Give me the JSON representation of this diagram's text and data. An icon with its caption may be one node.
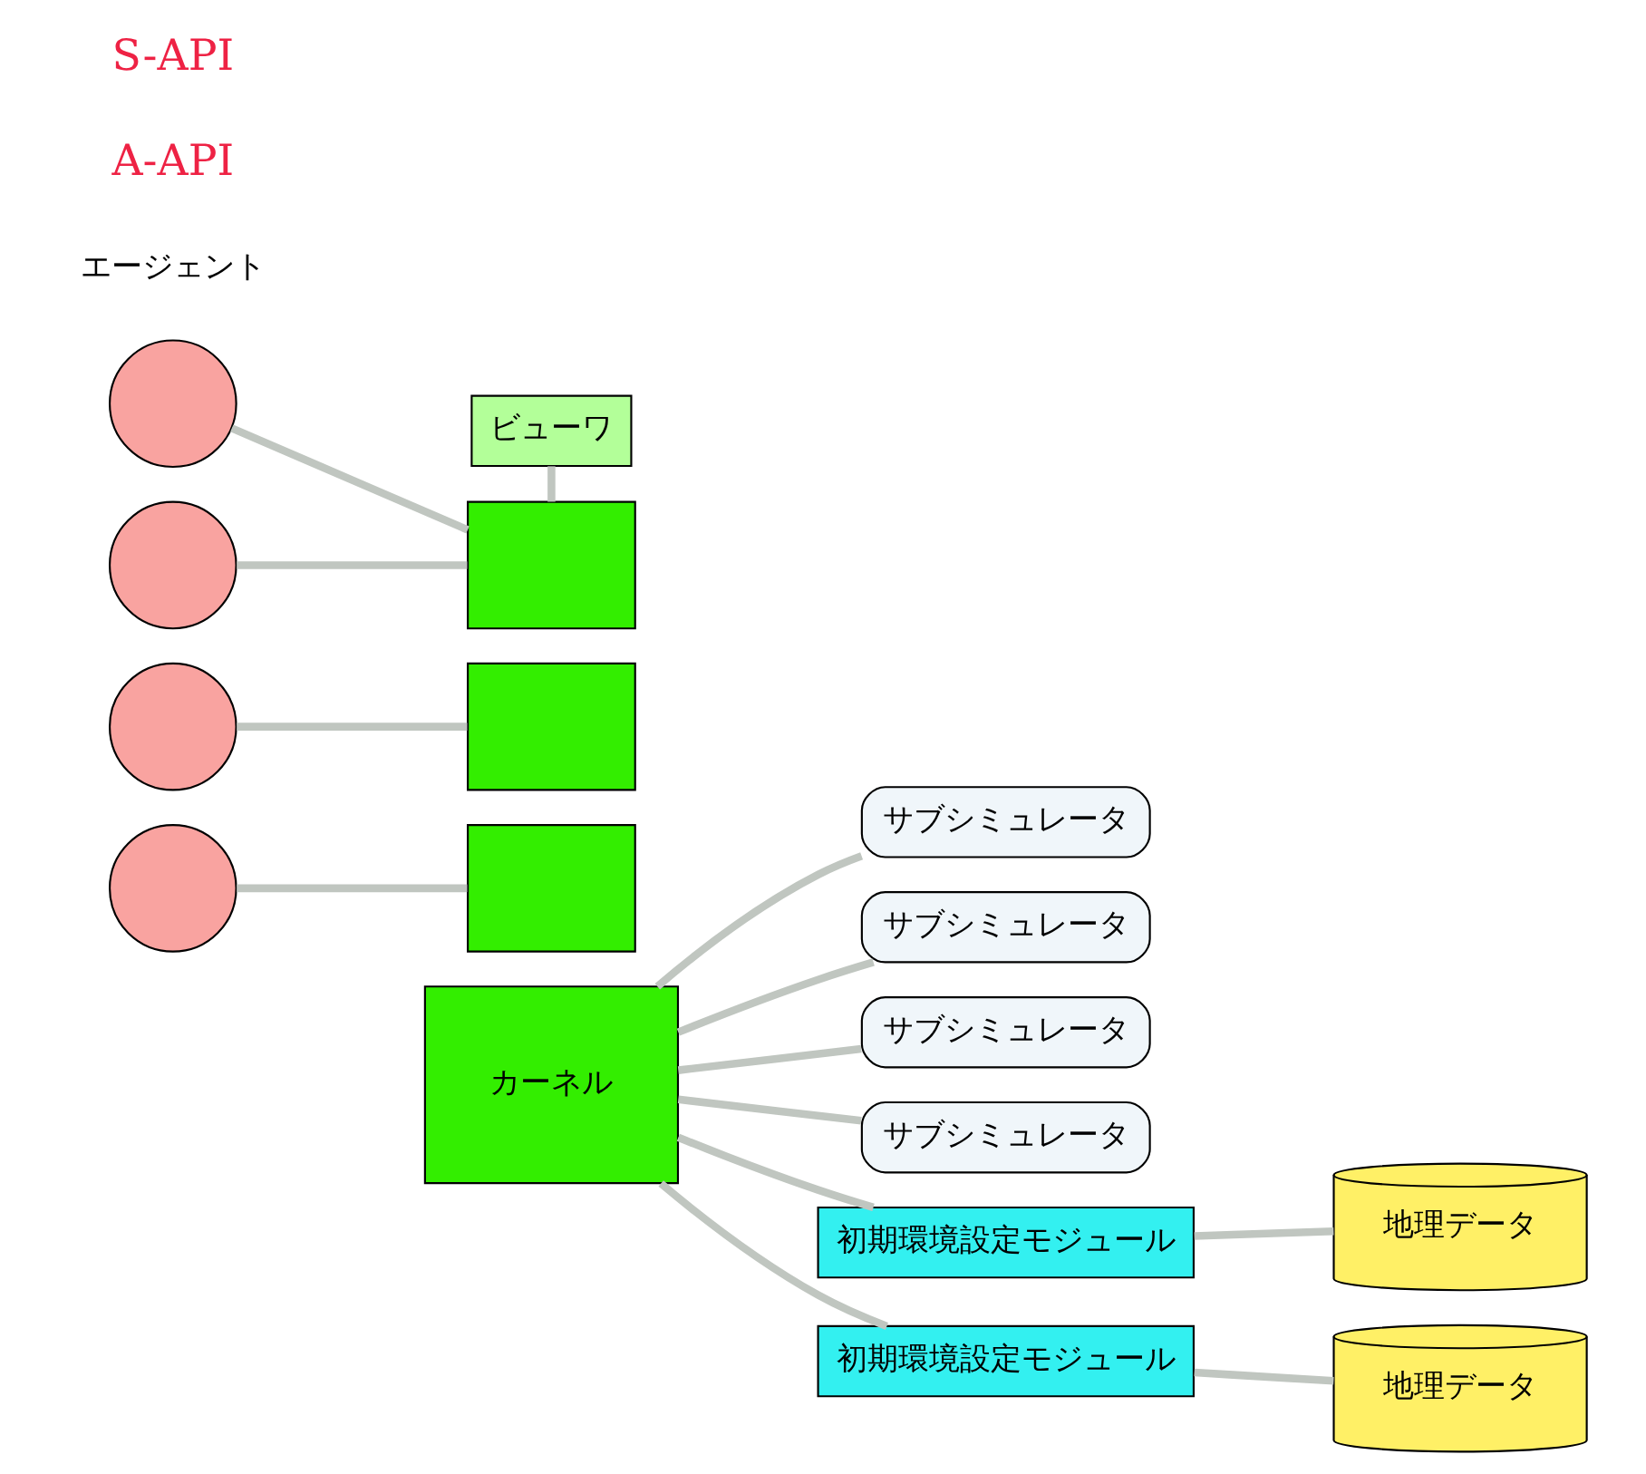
{
  "diagram": {
    "nodes": [
      {
        "text": [
          "ビューワ"
        ]
      },
      {
        "text": [],
        "shape": "box"
      },
      {
        "text": [],
        "shape": "box"
      },
      {
        "text": [],
        "shape": "box"
      },
      {
        "text": [
          "カーネル"
        ]
      },
      {
        "text": [],
        "shape": "circle"
      },
      {
        "text": [],
        "shape": "circle"
      },
      {
        "text": [],
        "shape": "circle"
      },
      {
        "text": [],
        "shape": "circle"
      },
      {
        "text": [
          "サブシミュレータ"
        ]
      },
      {
        "text": [
          "サブシミュレータ"
        ]
      },
      {
        "text": [
          "サブシミュレータ"
        ]
      },
      {
        "text": [
          "サブシミュレータ"
        ]
      },
      {
        "text": [
          "初期環境設定モジュール"
        ]
      },
      {
        "text": [
          "初期環境設定モジュール"
        ]
      },
      {
        "text": [
          "地理データ"
        ]
      },
      {
        "text": [
          "地理データ"
        ]
      }
    ],
    "edges": [
      {
        "from": 0,
        "to": 1,
        "arrow": "none"
      },
      {
        "from": 5,
        "to": 1,
        "arrow": "none"
      },
      {
        "from": 6,
        "to": 1,
        "arrow": "none"
      },
      {
        "from": 7,
        "to": 2,
        "arrow": "none"
      },
      {
        "from": 8,
        "to": 3,
        "arrow": "none"
      },
      {
        "from": 4,
        "to": 9,
        "arrow": "none"
      },
      {
        "from": 4,
        "to": 10,
        "arrow": "none"
      },
      {
        "from": 4,
        "to": 11,
        "arrow": "none"
      },
      {
        "from": 4,
        "to": 12,
        "arrow": "none"
      },
      {
        "from": 4,
        "to": 13,
        "arrow": "none"
      },
      {
        "from": 4,
        "to": 14,
        "arrow": "none"
      },
      {
        "from": 13,
        "to": 15,
        "arrow": "none"
      },
      {
        "from": 14,
        "to": 16,
        "arrow": "none"
      }
    ],
    "labels": [
      "エージェント",
      "A-API",
      "S-API"
    ]
  }
}
